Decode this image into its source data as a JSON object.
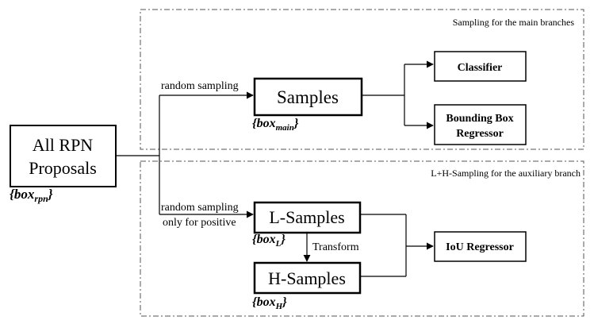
{
  "regions": {
    "main": {
      "label": "Sampling for the main branches"
    },
    "aux": {
      "label": "L+H-Sampling for the auxiliary branch"
    }
  },
  "nodes": {
    "rpn": {
      "line1": "All RPN",
      "line2": "Proposals",
      "math_base": "box",
      "math_sub": "rpn"
    },
    "samples": {
      "label": "Samples",
      "math_base": "box",
      "math_sub": "main"
    },
    "l_samples": {
      "label": "L-Samples",
      "math_base": "box",
      "math_sub": "L"
    },
    "h_samples": {
      "label": "H-Samples",
      "math_base": "box",
      "math_sub": "H"
    },
    "classifier": {
      "label": "Classifier"
    },
    "bbox_regressor": {
      "line1": "Bounding Box",
      "line2": "Regressor"
    },
    "iou_regressor": {
      "label": "IoU Regressor"
    }
  },
  "edges": {
    "random_sampling": "random sampling",
    "random_sampling_pos_line1": "random sampling",
    "random_sampling_pos_line2": "only for positive",
    "transform": "Transform"
  }
}
